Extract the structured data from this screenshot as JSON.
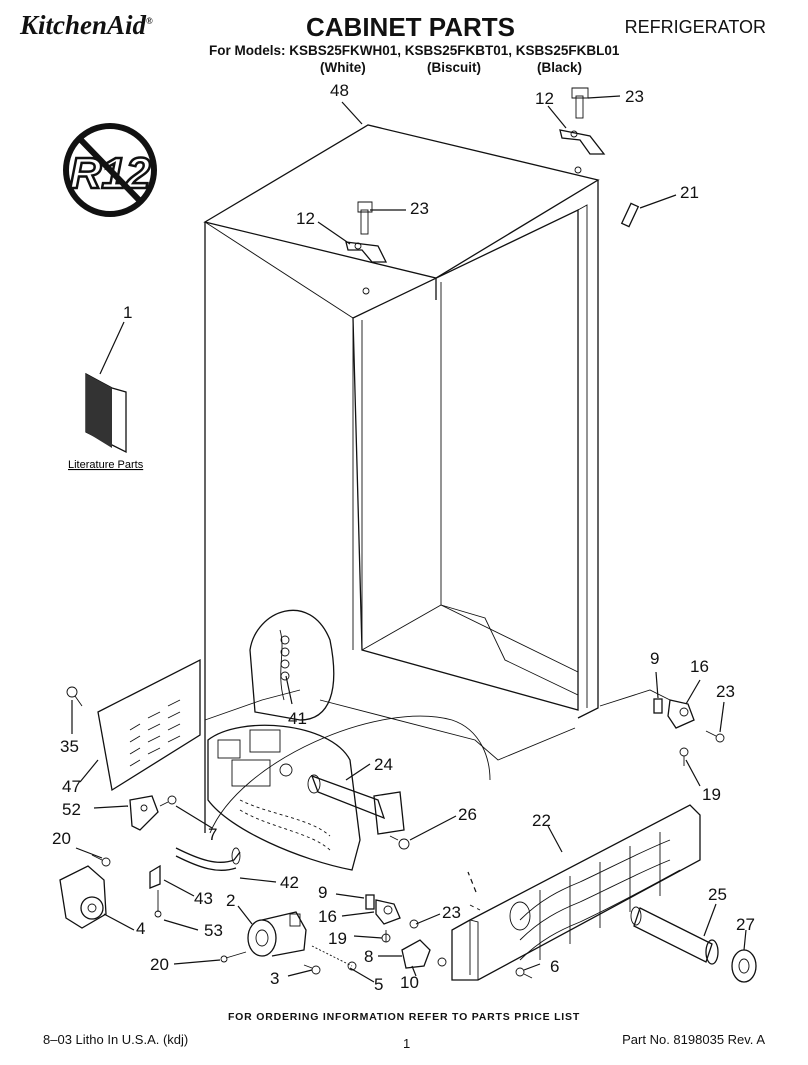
{
  "header": {
    "brand": "KitchenAid",
    "brand_mark": "®",
    "title": "CABINET PARTS",
    "category": "REFRIGERATOR",
    "models_line": "For Models: KSBS25FKWH01, KSBS25FKBT01, KSBS25FKBL01",
    "variants": [
      "(White)",
      "(Biscuit)",
      "(Black)"
    ]
  },
  "badge": {
    "text": "R12",
    "icon": "no-r12-icon"
  },
  "literature_label": "Literature Parts",
  "callouts": [
    "48",
    "12",
    "23",
    "21",
    "12",
    "23",
    "1",
    "41",
    "9",
    "16",
    "23",
    "19",
    "35",
    "47",
    "52",
    "7",
    "24",
    "26",
    "22",
    "20",
    "42",
    "9",
    "16",
    "23",
    "43",
    "2",
    "19",
    "25",
    "27",
    "4",
    "53",
    "8",
    "20",
    "3",
    "5",
    "10",
    "6"
  ],
  "footer": {
    "order_note": "FOR ORDERING INFORMATION REFER TO PARTS PRICE LIST",
    "print_info": "8–03 Litho In U.S.A. (kdj)",
    "page_number": "1",
    "part_number": "Part No. 8198035 Rev. A"
  }
}
